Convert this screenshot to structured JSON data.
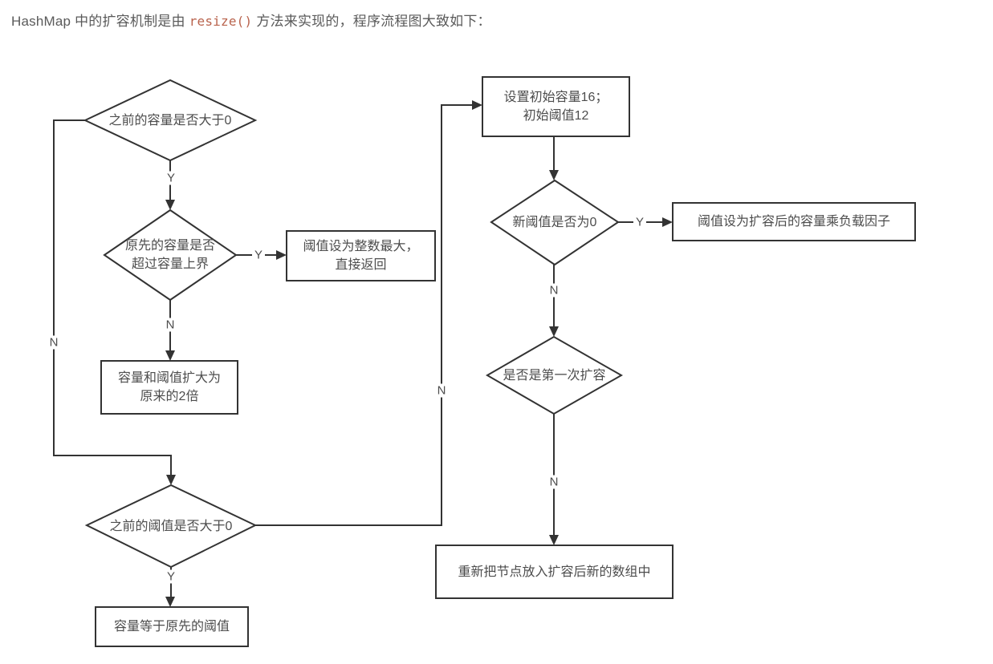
{
  "header": {
    "text_before": "HashMap 中的扩容机制是由",
    "code": "resize()",
    "text_after": "方法来实现的，程序流程图大致如下："
  },
  "flowchart": {
    "nodes": {
      "check_old_capacity": {
        "label": "之前的容量是否大于0"
      },
      "check_capacity_limit": {
        "line1": "原先的容量是否",
        "line2": "超过容量上界"
      },
      "set_threshold_max": {
        "line1": "阈值设为整数最大，",
        "line2": "直接返回"
      },
      "double_capacity": {
        "line1": "容量和阈值扩大为",
        "line2": "原来的2倍"
      },
      "check_old_threshold": {
        "label": "之前的阈值是否大于0"
      },
      "capacity_equals_threshold": {
        "label": "容量等于原先的阈值"
      },
      "set_initial_capacity": {
        "line1": "设置初始容量16；",
        "line2": "初始阈值12"
      },
      "check_new_threshold": {
        "label": "新阈值是否为0"
      },
      "threshold_by_load_factor": {
        "label": "阈值设为扩容后的容量乘负载因子"
      },
      "check_first_resize": {
        "label": "是否是第一次扩容"
      },
      "rehash_nodes": {
        "label": "重新把节点放入扩容后新的数组中"
      }
    },
    "edge_labels": {
      "old_capacity_yes": "Y",
      "old_capacity_no": "N",
      "capacity_limit_yes": "Y",
      "capacity_limit_no": "N",
      "old_threshold_yes": "Y",
      "old_threshold_no": "N",
      "new_threshold_yes": "Y",
      "new_threshold_no": "N",
      "first_resize_no": "N"
    },
    "colors": {
      "line": "#333333",
      "node_text": "#4d4d4d",
      "header_text": "#5a5a5a",
      "code_text": "#b9634d"
    }
  }
}
